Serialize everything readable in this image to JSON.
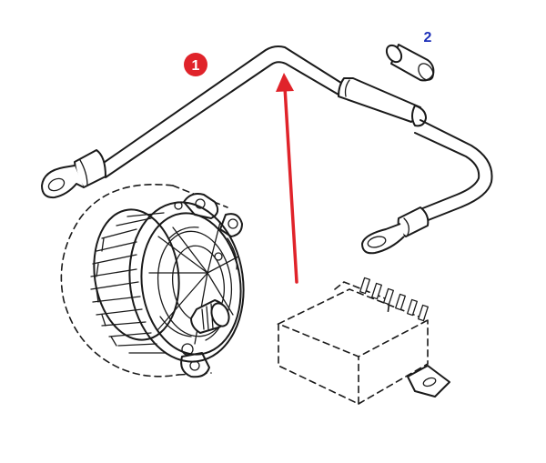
{
  "diagram": {
    "callouts": [
      {
        "id": "callout-1",
        "label": "1",
        "style": "filled-circle"
      },
      {
        "id": "callout-2",
        "label": "2",
        "style": "plain-text"
      }
    ],
    "parts": [
      "battery-cable",
      "cable-end-sleeve",
      "alternator",
      "relay-module"
    ],
    "colors": {
      "callout_1_fill": "#e0232a",
      "callout_2_text": "#1c2fb8",
      "arrow": "#e0232a",
      "line": "#1a1a1a"
    }
  }
}
